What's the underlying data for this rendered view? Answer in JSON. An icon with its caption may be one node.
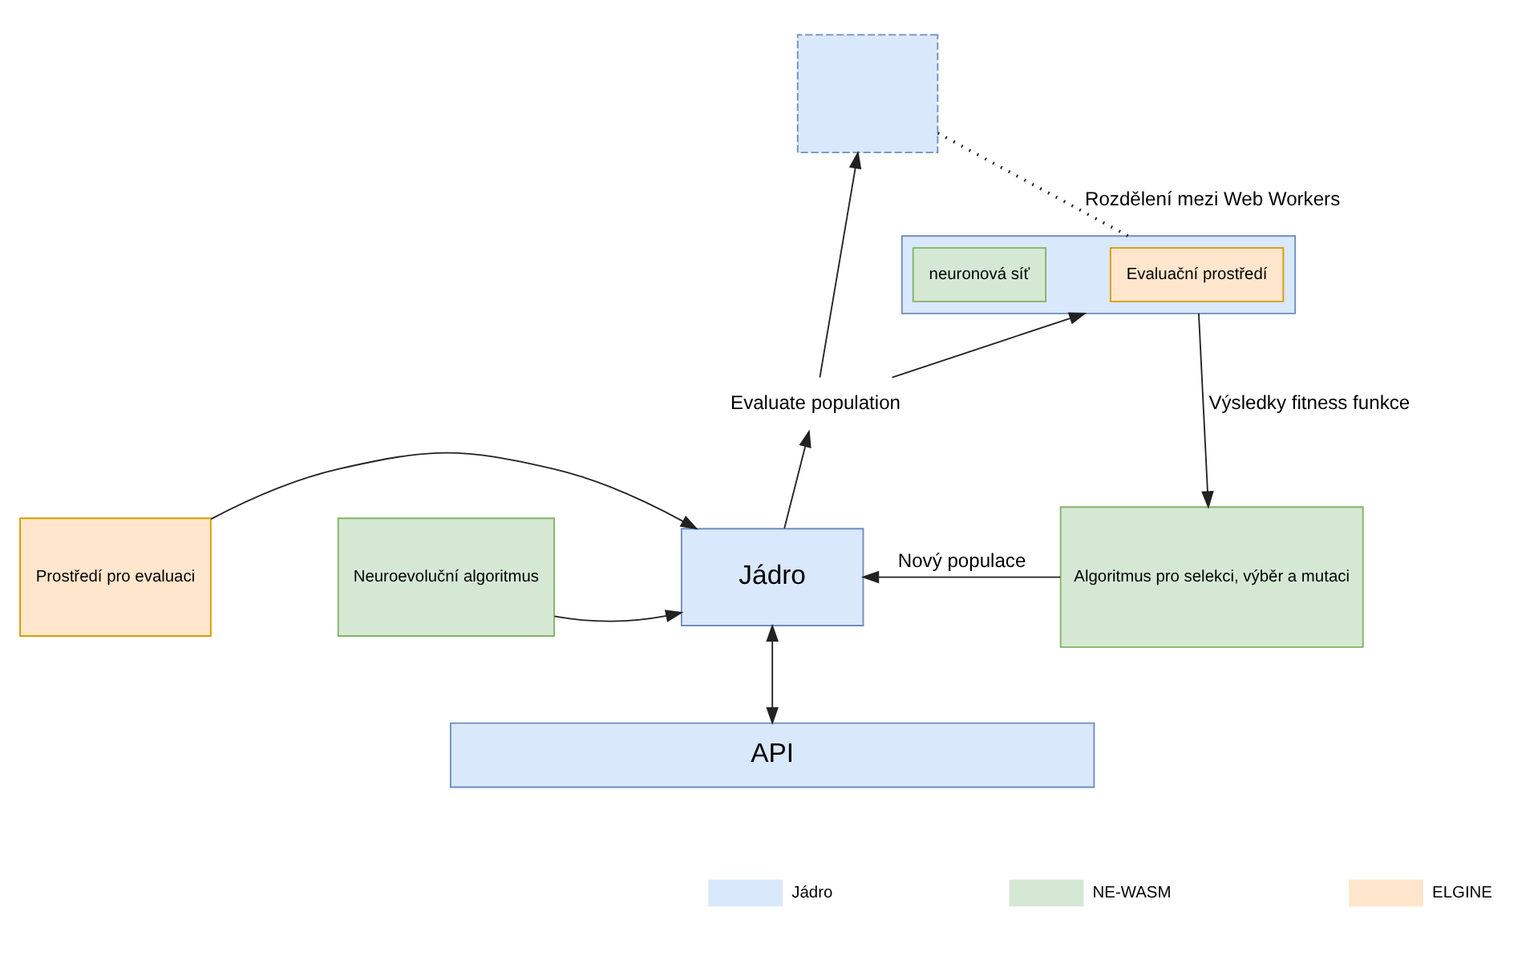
{
  "diagram": {
    "nodes": [
      {
        "text": [],
        "shape": "box"
      },
      {
        "text": [],
        "shape": "box"
      },
      {
        "text": [
          "Evaluační prostředí"
        ],
        "in": 1
      },
      {
        "text": [
          "neuronová síť"
        ],
        "in": 1
      },
      {
        "text": [
          "Evaluate population"
        ]
      },
      {
        "text": [
          "Prostředí pro evaluaci"
        ]
      },
      {
        "text": [
          "Jádro"
        ]
      },
      {
        "text": [
          "Neuroevoluční algoritmus"
        ]
      },
      {
        "text": [
          "Algoritmus pro selekci, výběr a mutaci"
        ]
      },
      {
        "text": [
          "API"
        ]
      }
    ],
    "edges": [
      {
        "from": 0,
        "to": 1,
        "arrow": "none",
        "style": "dashed",
        "label": "Rozdělení mezi Web Workers"
      },
      {
        "from": 4,
        "to": 0,
        "arrow": "to"
      },
      {
        "from": 4,
        "to": 1,
        "arrow": "to"
      },
      {
        "from": 1,
        "to": 8,
        "arrow": "to",
        "label": "Výsledky fitness funkce"
      },
      {
        "from": 6,
        "to": 4,
        "arrow": "to"
      },
      {
        "from": 5,
        "to": 6,
        "arrow": "to"
      },
      {
        "from": 7,
        "to": 6,
        "arrow": "to"
      },
      {
        "from": 8,
        "to": 6,
        "arrow": "to",
        "label": "Nový populace"
      },
      {
        "from": 6,
        "to": 9,
        "arrow": "both"
      }
    ],
    "legend": [
      {
        "text": "Jádro",
        "color": "#dae8fc"
      },
      {
        "text": "NE-WASM",
        "color": "#d5e8d4"
      },
      {
        "text": "ELGINE",
        "color": "#ffe6cc"
      }
    ]
  }
}
